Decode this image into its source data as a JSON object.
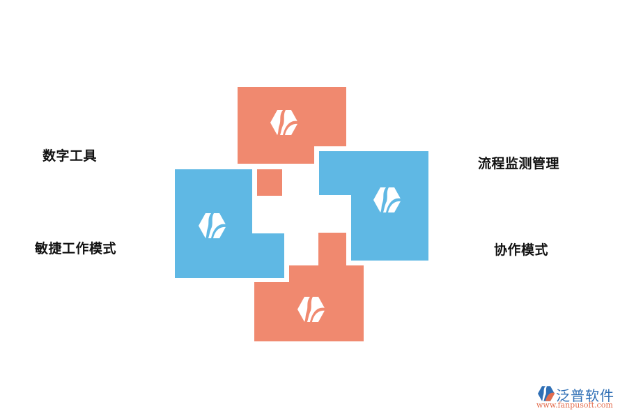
{
  "diagram": {
    "colors": {
      "orange": "#f0896f",
      "blue": "#5fb8e4",
      "text": "#111111"
    },
    "labels": [
      {
        "id": "digital-tools",
        "text": "数字工具"
      },
      {
        "id": "agile-work-mode",
        "text": "敏捷工作模式"
      },
      {
        "id": "process-monitoring",
        "text": "流程监测管理"
      },
      {
        "id": "collaboration-mode",
        "text": "协作模式"
      }
    ],
    "icons": [
      "hexagon-leaf-icon",
      "hexagon-leaf-icon",
      "hexagon-leaf-icon",
      "hexagon-leaf-icon"
    ]
  },
  "watermark": {
    "brand_name": "泛普软件",
    "url": "www.fanpusoft.com"
  }
}
